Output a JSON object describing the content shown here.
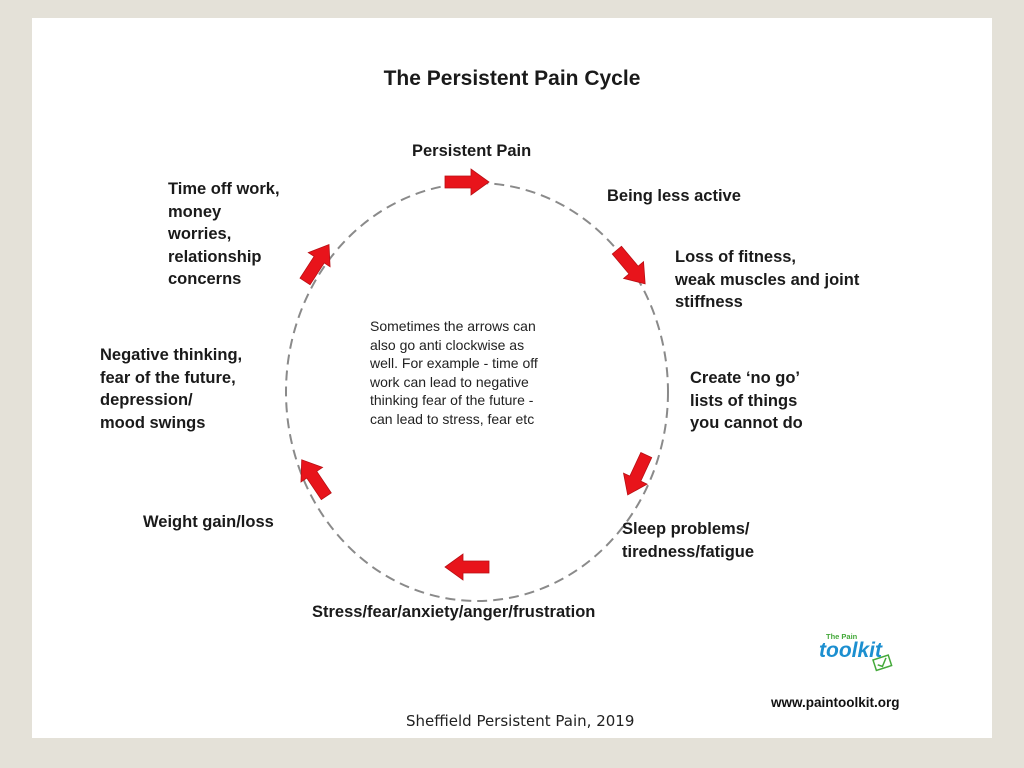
{
  "title": "The Persistent Pain Cycle",
  "cycle_labels": [
    "Persistent Pain",
    "Being less active",
    "Loss of fitness,\nweak muscles and joint\nstiffness",
    "Create ‘no go’\nlists of things\nyou cannot do",
    "Sleep problems/\ntiredness/fatigue",
    "Stress/fear/anxiety/anger/frustration",
    "Weight gain/loss",
    "Negative thinking,\nfear of the future,\ndepression/\nmood swings",
    "Time off work,\nmoney\nworries,\nrelationship\nconcerns"
  ],
  "center_note": "Sometimes the arrows can\nalso go anti clockwise as\nwell. For example - time off\nwork can lead to negative\nthinking fear of the future -\ncan lead to stress, fear etc",
  "footer": "Sheffield Persistent Pain, 2019",
  "website": "www.paintoolkit.org",
  "logo": {
    "line1": "The Pain",
    "line2": "toolkit"
  },
  "colors": {
    "arrow": "#e8141b",
    "circle": "#8a8a8a",
    "logo_blue": "#1c8fd0",
    "logo_green": "#44a93a"
  }
}
